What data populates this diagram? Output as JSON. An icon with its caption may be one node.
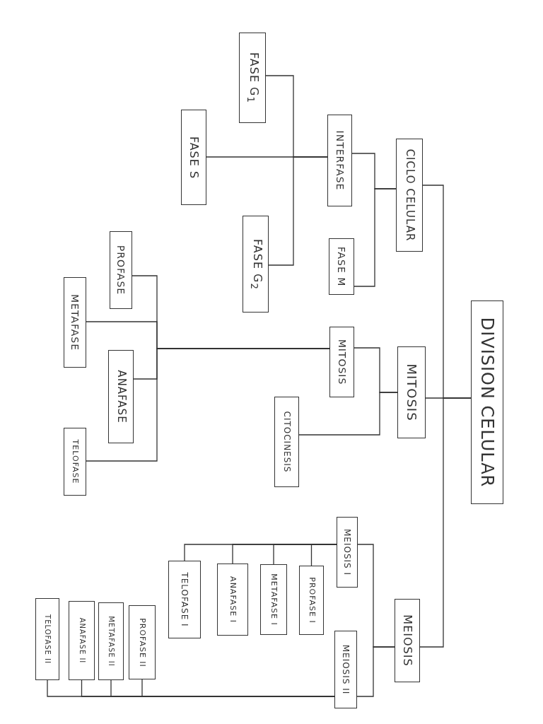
{
  "diagram": {
    "nodes": [
      {
        "text": [
          "DIVISION CELULAR"
        ]
      },
      {
        "text": [
          "CICLO CELULAR"
        ]
      },
      {
        "text": [
          "MITOSIS"
        ]
      },
      {
        "text": [
          "MEIOSIS"
        ]
      },
      {
        "text": [
          "INTERFASE"
        ]
      },
      {
        "text": [
          "FASE M"
        ]
      },
      {
        "text": [
          "FASE G$_{1}$"
        ]
      },
      {
        "text": [
          "FASE S"
        ]
      },
      {
        "text": [
          "FASE G$_{2}$"
        ]
      },
      {
        "text": [
          "MITOSIS"
        ]
      },
      {
        "text": [
          "CITOCINESIS"
        ]
      },
      {
        "text": [
          "PROFASE"
        ]
      },
      {
        "text": [
          "METAFASE"
        ]
      },
      {
        "text": [
          "ANAFASE"
        ]
      },
      {
        "text": [
          "TELOFASE"
        ]
      },
      {
        "text": [
          "MEIOSIS I"
        ]
      },
      {
        "text": [
          "PROFASE I"
        ]
      },
      {
        "text": [
          "METAFASE I"
        ]
      },
      {
        "text": [
          "ANAFASE I"
        ]
      },
      {
        "text": [
          "TELOFASE I"
        ]
      },
      {
        "text": [
          "MEIOSIS II"
        ]
      },
      {
        "text": [
          "PROFASE II"
        ]
      },
      {
        "text": [
          "METAFASE II"
        ]
      },
      {
        "text": [
          "ANAFASE II"
        ]
      },
      {
        "text": [
          "TELOFASE II"
        ]
      }
    ],
    "edges": [
      {
        "from": 0,
        "to": 1,
        "arrow": "none"
      },
      {
        "from": 0,
        "to": 2,
        "arrow": "none"
      },
      {
        "from": 0,
        "to": 3,
        "arrow": "none"
      },
      {
        "from": 1,
        "to": 4,
        "arrow": "none"
      },
      {
        "from": 1,
        "to": 5,
        "arrow": "none"
      },
      {
        "from": 4,
        "to": 6,
        "arrow": "none"
      },
      {
        "from": 4,
        "to": 7,
        "arrow": "none"
      },
      {
        "from": 4,
        "to": 8,
        "arrow": "none"
      },
      {
        "from": 2,
        "to": 9,
        "arrow": "none"
      },
      {
        "from": 2,
        "to": 10,
        "arrow": "none"
      },
      {
        "from": 9,
        "to": 11,
        "arrow": "none"
      },
      {
        "from": 9,
        "to": 12,
        "arrow": "none"
      },
      {
        "from": 9,
        "to": 13,
        "arrow": "none"
      },
      {
        "from": 9,
        "to": 14,
        "arrow": "none"
      },
      {
        "from": 3,
        "to": 15,
        "arrow": "none"
      },
      {
        "from": 3,
        "to": 20,
        "arrow": "none"
      },
      {
        "from": 15,
        "to": 16,
        "arrow": "none"
      },
      {
        "from": 15,
        "to": 17,
        "arrow": "none"
      },
      {
        "from": 15,
        "to": 18,
        "arrow": "none"
      },
      {
        "from": 15,
        "to": 19,
        "arrow": "none"
      },
      {
        "from": 20,
        "to": 21,
        "arrow": "none"
      },
      {
        "from": 20,
        "to": 22,
        "arrow": "none"
      },
      {
        "from": 20,
        "to": 23,
        "arrow": "none"
      },
      {
        "from": 20,
        "to": 24,
        "arrow": "none"
      }
    ]
  }
}
